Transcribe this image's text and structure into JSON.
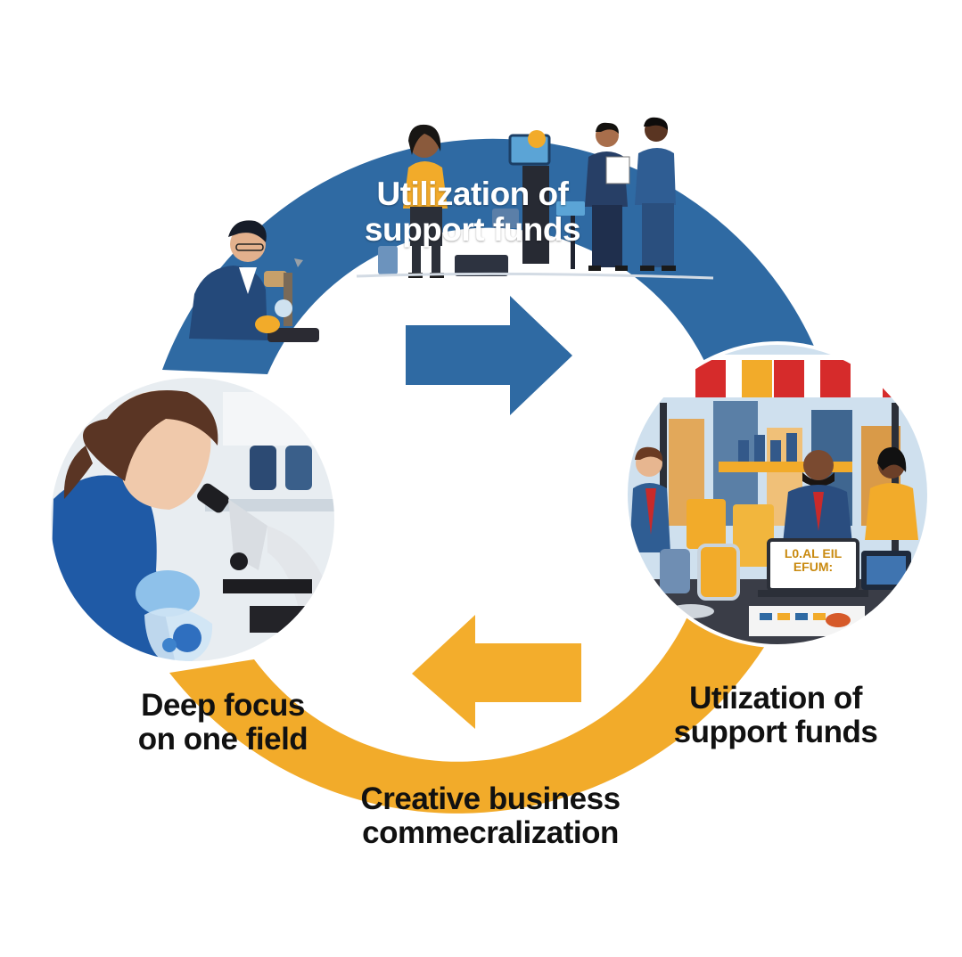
{
  "colors": {
    "blue_arc": "#2f6aa3",
    "orange_arc": "#f2ab2a",
    "arrow_blue": "#2f6aa3",
    "arrow_orange": "#f3ad2c"
  },
  "labels": {
    "top": {
      "line1": "Utilization of",
      "line2": "support funds"
    },
    "left": {
      "line1": "Deep focus",
      "line2": "on one field"
    },
    "right": {
      "line1": "Utiization of",
      "line2": "support funds"
    },
    "bottom": {
      "line1": "Creative business",
      "line2": "commecralization"
    }
  },
  "illustrations": {
    "top_scene": "business-team-illustration",
    "left_photo": "scientist-microscope-photo",
    "right_photo": "market-stall-illustration",
    "laptop_screen": {
      "line1": "L0.AL EIL",
      "line2": "EFUM:"
    }
  },
  "arrows": {
    "center_top": "arrow-right-icon",
    "center_bottom": "arrow-left-icon"
  }
}
